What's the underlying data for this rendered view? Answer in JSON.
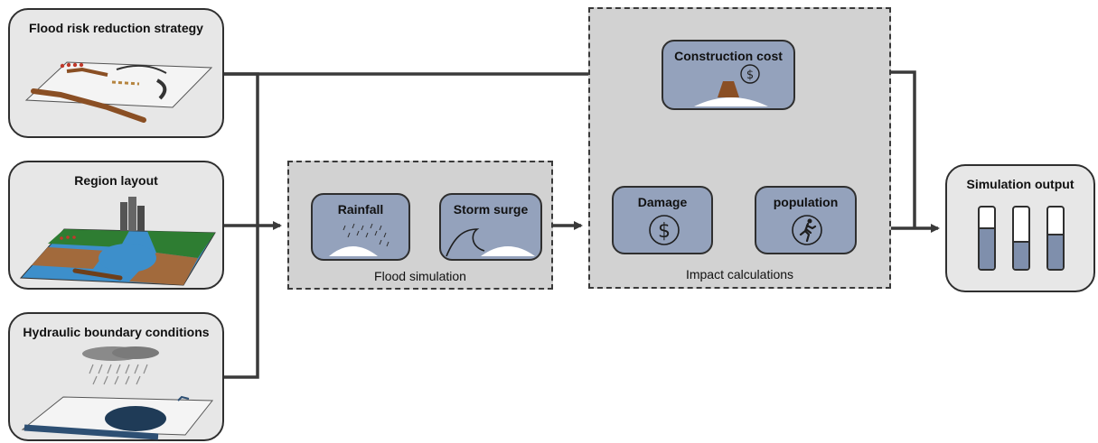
{
  "inputs": {
    "strategy_title": "Flood risk reduction strategy",
    "region_title": "Region layout",
    "hydraulic_title": "Hydraulic boundary conditions"
  },
  "flood_simulation": {
    "label": "Flood simulation",
    "rainfall": "Rainfall",
    "storm_surge": "Storm surge"
  },
  "impact_calculations": {
    "label": "Impact calculations",
    "construction_cost": "Construction cost",
    "damage": "Damage",
    "population": "population"
  },
  "output": {
    "title": "Simulation output",
    "bar_levels": [
      0.65,
      0.42,
      0.55
    ]
  },
  "colors": {
    "panel": "#e7e7e7",
    "group": "#d2d2d2",
    "inner": "#94a2bc",
    "bar_fill": "#7f8fac",
    "arrow": "#3a3a3a",
    "dike": "#8a4f24"
  },
  "icons": [
    "dollar-icon",
    "running-person-icon",
    "wave-icon",
    "rain-icon"
  ]
}
